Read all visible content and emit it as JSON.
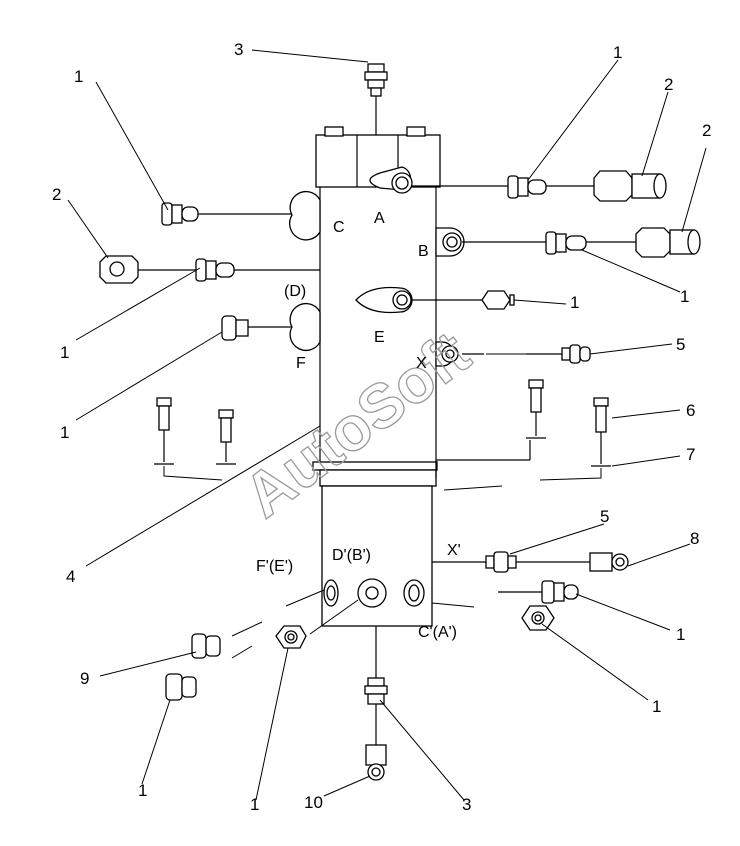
{
  "callouts": [
    "3",
    "1",
    "1",
    "2",
    "2",
    "2",
    "1",
    "1",
    "1",
    "1",
    "5",
    "6",
    "7",
    "4",
    "5",
    "8",
    "1",
    "1",
    "9",
    "1",
    "1",
    "10",
    "3"
  ],
  "ports": [
    "C",
    "A",
    "B",
    "(D)",
    "E",
    "F",
    "X",
    "D'(B')",
    "F'(E')",
    "X'",
    "C'(A')"
  ],
  "watermark": "AutoSoft",
  "colors": {
    "line": "#000000",
    "watermark": "#9a9a9a",
    "background": "#ffffff"
  }
}
